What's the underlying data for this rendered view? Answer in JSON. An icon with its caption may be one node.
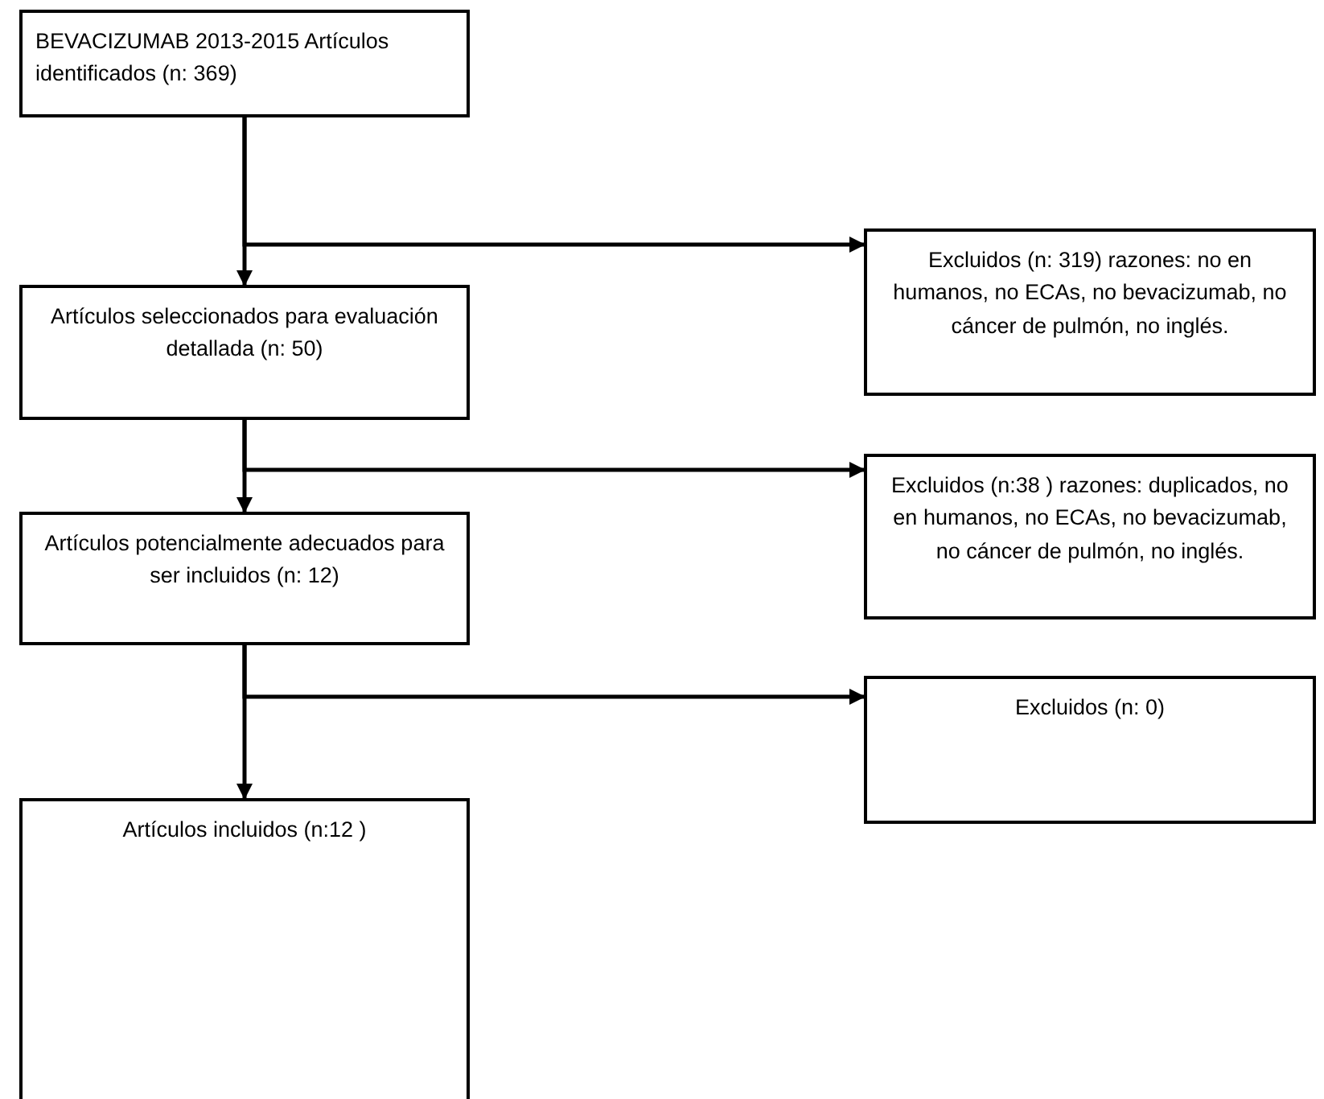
{
  "diagram": {
    "nodes": [
      {
        "text": [
          "BEVACIZUMAB 2013-2015  Artículos identificados (n: 369)"
        ]
      },
      {
        "text": [
          "Excluidos (n: 319) razones: no en humanos, no ECAs, no bevacizumab, no cáncer de pulmón, no inglés."
        ]
      },
      {
        "text": [
          "Artículos  seleccionados para evaluación detallada (n: 50)"
        ]
      },
      {
        "text": [
          "Excluidos (n:38 ) razones: duplicados, no en humanos, no ECAs, no bevacizumab, no cáncer de pulmón, no inglés."
        ]
      },
      {
        "text": [
          "Artículos potencialmente adecuados para ser incluidos (n: 12)"
        ]
      },
      {
        "text": [
          "Excluidos (n: 0)"
        ]
      },
      {
        "text": [
          "Artículos incluidos (n:12 )"
        ]
      }
    ],
    "edges": [
      {
        "from": 0,
        "to": 2,
        "arrow": "to"
      },
      {
        "from": 0,
        "to": 1,
        "arrow": "to"
      },
      {
        "from": 2,
        "to": 4,
        "arrow": "to"
      },
      {
        "from": 2,
        "to": 3,
        "arrow": "to"
      },
      {
        "from": 4,
        "to": 6,
        "arrow": "to"
      },
      {
        "from": 4,
        "to": 5,
        "arrow": "to"
      }
    ]
  }
}
